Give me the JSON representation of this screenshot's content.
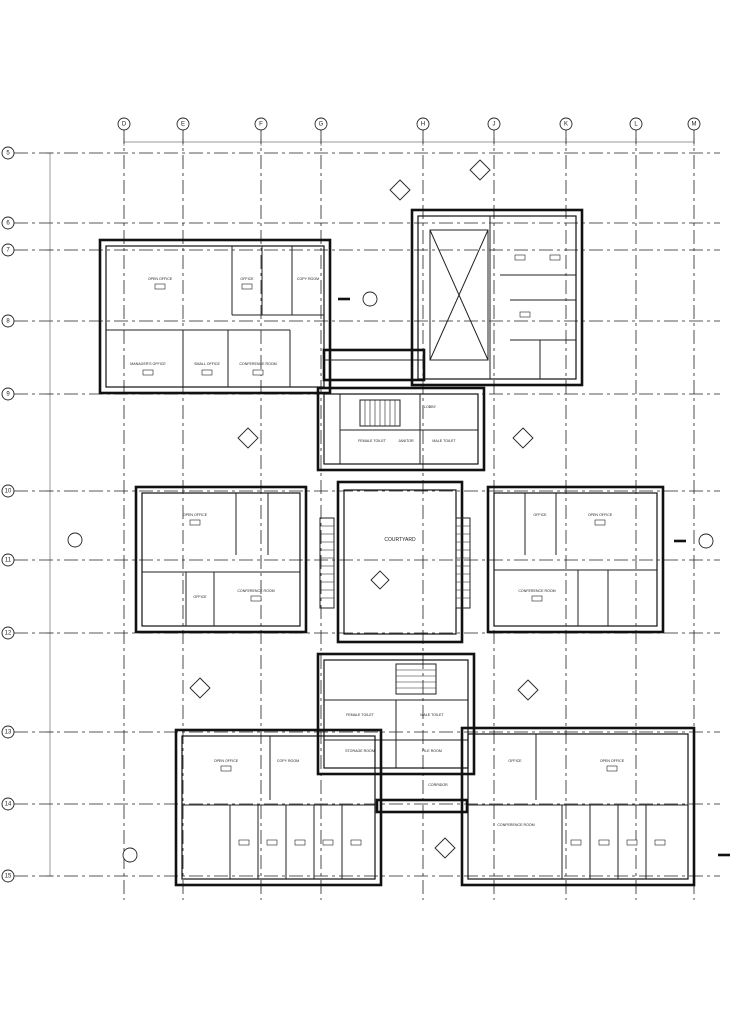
{
  "grid": {
    "columns": [
      "D",
      "E",
      "F",
      "G",
      "H",
      "J",
      "K",
      "L",
      "M"
    ],
    "rows": [
      "5",
      "6",
      "7",
      "8",
      "9",
      "10",
      "11",
      "12",
      "13",
      "14",
      "15"
    ]
  },
  "rooms": {
    "courtyard": "COURTYARD",
    "open_office_nw": "OPEN OFFICE",
    "office_nw_1": "OFFICE",
    "copy_room_nw": "COPY ROOM",
    "managers_office": "MANAGER'S OFFICE",
    "small_office": "SMALL OFFICE",
    "conference_room_nw": "CONFERENCE ROOM",
    "lobby": "LOBBY",
    "female_toilet_n": "FEMALE TOILET",
    "male_toilet_n": "MALE TOILET",
    "janitor_n": "JANITOR",
    "open_office_w": "OPEN OFFICE",
    "office_w": "OFFICE",
    "conference_room_w": "CONFERENCE ROOM",
    "office_e": "OFFICE",
    "open_office_e": "OPEN OFFICE",
    "conference_room_e": "CONFERENCE ROOM",
    "female_toilet_s": "FEMALE TOILET",
    "male_toilet_s": "MALE TOILET",
    "storage_room": "STORAGE ROOM",
    "file_room": "FILE ROOM",
    "corridor": "CORRIDOR",
    "open_office_sw": "OPEN OFFICE",
    "copy_room_sw": "COPY ROOM",
    "open_office_se": "OPEN OFFICE",
    "conference_room_se": "CONFERENCE ROOM",
    "office_s": "OFFICE"
  }
}
